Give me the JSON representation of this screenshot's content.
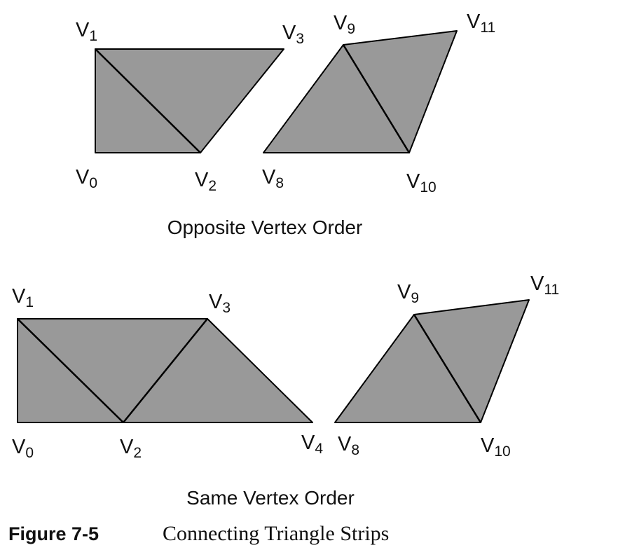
{
  "colors": {
    "fill": "#999999",
    "stroke": "#000000",
    "text": "#111111"
  },
  "sections": [
    {
      "caption": "Opposite Vertex Order",
      "strips": [
        {
          "vertices": [
            {
              "letter": "V",
              "index": "0"
            },
            {
              "letter": "V",
              "index": "1"
            },
            {
              "letter": "V",
              "index": "2"
            },
            {
              "letter": "V",
              "index": "3"
            }
          ]
        },
        {
          "vertices": [
            {
              "letter": "V",
              "index": "8"
            },
            {
              "letter": "V",
              "index": "9"
            },
            {
              "letter": "V",
              "index": "10"
            },
            {
              "letter": "V",
              "index": "11"
            }
          ]
        }
      ]
    },
    {
      "caption": "Same Vertex Order",
      "strips": [
        {
          "vertices": [
            {
              "letter": "V",
              "index": "0"
            },
            {
              "letter": "V",
              "index": "1"
            },
            {
              "letter": "V",
              "index": "2"
            },
            {
              "letter": "V",
              "index": "3"
            },
            {
              "letter": "V",
              "index": "4"
            }
          ]
        },
        {
          "vertices": [
            {
              "letter": "V",
              "index": "8"
            },
            {
              "letter": "V",
              "index": "9"
            },
            {
              "letter": "V",
              "index": "10"
            },
            {
              "letter": "V",
              "index": "11"
            }
          ]
        }
      ]
    }
  ],
  "figure": {
    "number": "Figure 7-5",
    "title": "Connecting Triangle Strips"
  }
}
